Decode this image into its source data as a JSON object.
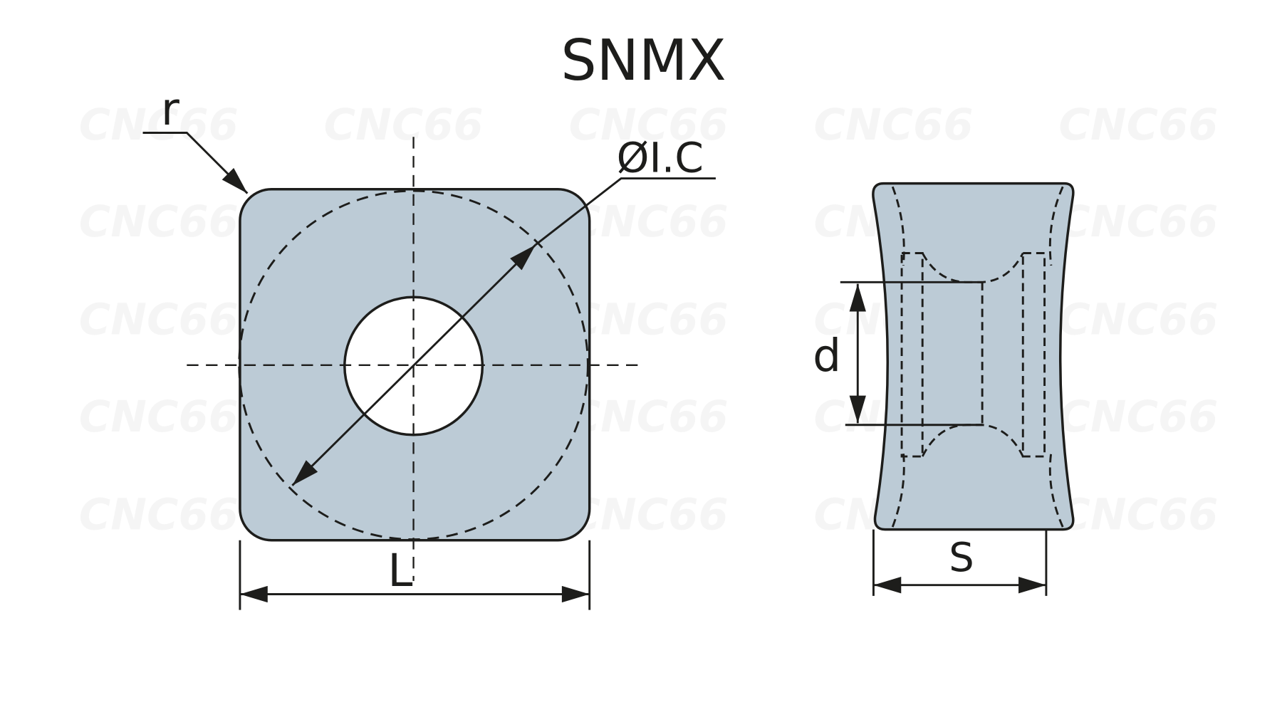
{
  "title": "SNMX",
  "watermark": "CNC66",
  "labels": {
    "radius": "r",
    "inscribed_circle": "ØI.C",
    "length": "L",
    "hole_diameter": "d",
    "thickness": "S"
  },
  "colors": {
    "insert_fill": "#bccbd6",
    "line": "#1d1d1b"
  }
}
